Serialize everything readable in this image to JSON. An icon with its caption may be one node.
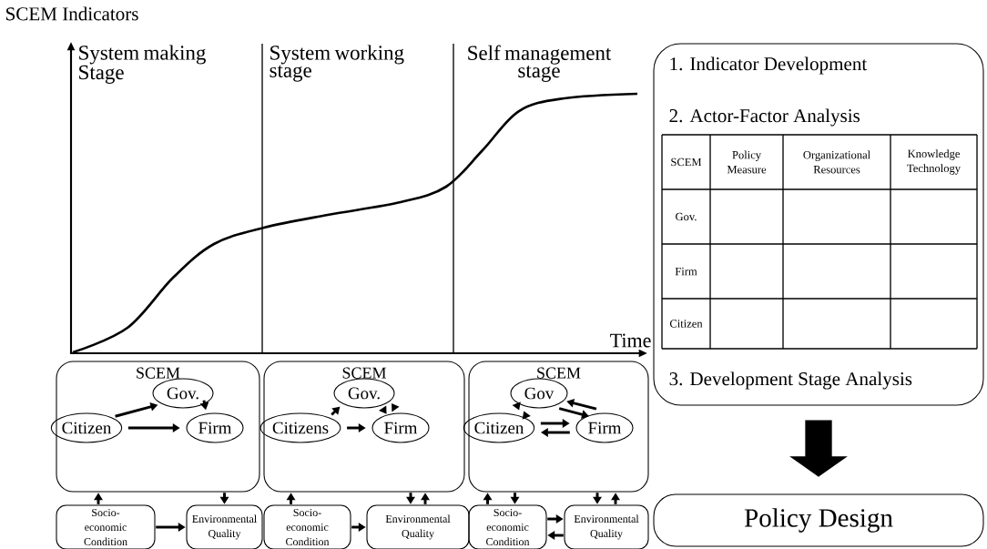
{
  "diagram": {
    "nodes": [
      {
        "text": [
          "SCEM"
        ]
      },
      {
        "text": [
          "Gov."
        ],
        "in": 0
      },
      {
        "text": [
          "Citizen"
        ],
        "in": 0
      },
      {
        "text": [
          "Firm"
        ],
        "in": 0
      },
      {
        "text": [
          "Socio-economic Condition"
        ]
      },
      {
        "text": [
          "Environmental Quality"
        ]
      },
      {
        "text": [
          "SCEM"
        ]
      },
      {
        "text": [
          "Gov."
        ],
        "in": 6
      },
      {
        "text": [
          "Citizens"
        ],
        "in": 6
      },
      {
        "text": [
          "Firm"
        ],
        "in": 6
      },
      {
        "text": [
          "Socio-economic Condition"
        ]
      },
      {
        "text": [
          "Environmental Quality"
        ]
      },
      {
        "text": [
          "SCEM"
        ]
      },
      {
        "text": [
          "Gov"
        ],
        "in": 12
      },
      {
        "text": [
          "Citizen"
        ],
        "in": 12
      },
      {
        "text": [
          "Firm"
        ],
        "in": 12
      },
      {
        "text": [
          "Socio-economic Condition"
        ]
      },
      {
        "text": [
          "Environmental Quality"
        ]
      },
      {
        "text": [
          "1. Indicator Development",
          "2. Actor-Factor Analysis",
          "3. Development Stage Analysis"
        ]
      },
      {
        "text": [
          "Policy Design"
        ]
      }
    ],
    "edges": [
      {
        "from": 2,
        "to": 1,
        "arrow": "to"
      },
      {
        "from": 1,
        "to": 3,
        "arrow": "to"
      },
      {
        "from": 2,
        "to": 3,
        "arrow": "to"
      },
      {
        "from": 4,
        "to": 0,
        "arrow": "to"
      },
      {
        "from": 0,
        "to": 5,
        "arrow": "to"
      },
      {
        "from": 4,
        "to": 5,
        "arrow": "to"
      },
      {
        "from": 8,
        "to": 7,
        "arrow": "to"
      },
      {
        "from": 7,
        "to": 9,
        "arrow": "to"
      },
      {
        "from": 9,
        "to": 7,
        "arrow": "to"
      },
      {
        "from": 8,
        "to": 9,
        "arrow": "to"
      },
      {
        "from": 10,
        "to": 6,
        "arrow": "to"
      },
      {
        "from": 6,
        "to": 11,
        "arrow": "to"
      },
      {
        "from": 11,
        "to": 6,
        "arrow": "to"
      },
      {
        "from": 10,
        "to": 11,
        "arrow": "to"
      },
      {
        "from": 13,
        "to": 14,
        "arrow": "to"
      },
      {
        "from": 14,
        "to": 13,
        "arrow": "to"
      },
      {
        "from": 13,
        "to": 15,
        "arrow": "to"
      },
      {
        "from": 15,
        "to": 13,
        "arrow": "to"
      },
      {
        "from": 14,
        "to": 15,
        "arrow": "to"
      },
      {
        "from": 15,
        "to": 14,
        "arrow": "to"
      },
      {
        "from": 16,
        "to": 12,
        "arrow": "to"
      },
      {
        "from": 12,
        "to": 16,
        "arrow": "to"
      },
      {
        "from": 12,
        "to": 17,
        "arrow": "to"
      },
      {
        "from": 17,
        "to": 12,
        "arrow": "to"
      },
      {
        "from": 16,
        "to": 17,
        "arrow": "to"
      },
      {
        "from": 17,
        "to": 16,
        "arrow": "to"
      },
      {
        "from": 18,
        "to": 19,
        "arrow": "to",
        "style": "thick"
      }
    ],
    "labels": [
      "SCEM Indicators",
      "System making Stage",
      "System working stage",
      "Self management stage",
      "Time",
      "SCEM",
      "Policy Measure",
      "Organizational Resources",
      "Knowledge Technology",
      "Gov.",
      "Firm",
      "Citizen"
    ]
  }
}
